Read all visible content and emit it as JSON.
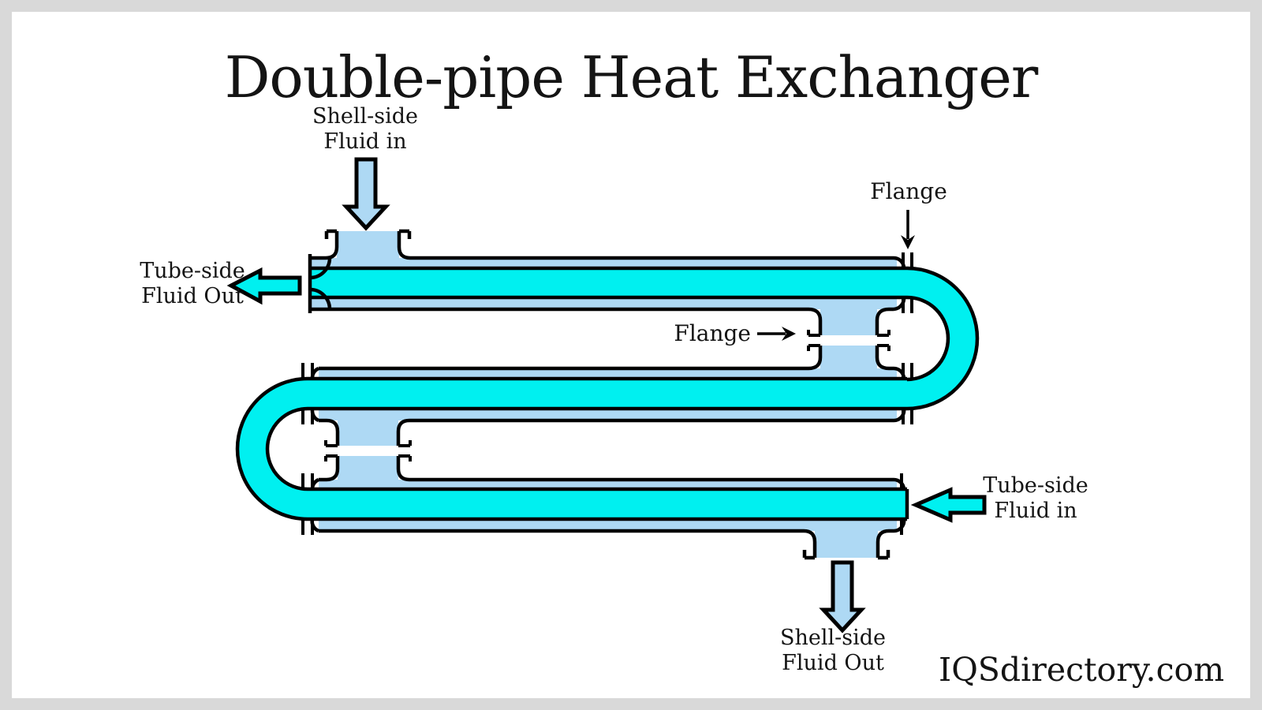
{
  "title": "Double-pipe Heat Exchanger",
  "watermark": "IQSdirectory.com",
  "labels": {
    "shell_in": {
      "line1": "Shell-side",
      "line2": "Fluid in"
    },
    "tube_out": {
      "line1": "Tube-side",
      "line2": "Fluid Out"
    },
    "flange_top": "Flange",
    "flange_mid": "Flange",
    "tube_in": {
      "line1": "Tube-side",
      "line2": "Fluid in"
    },
    "shell_out": {
      "line1": "Shell-side",
      "line2": "Fluid Out"
    }
  },
  "colors": {
    "shell_fluid": "#aed9f4",
    "tube_fluid": "#00f0f0",
    "outline": "#000000",
    "frame": "#d9d9d9",
    "background": "#ffffff",
    "text": "#141414"
  }
}
